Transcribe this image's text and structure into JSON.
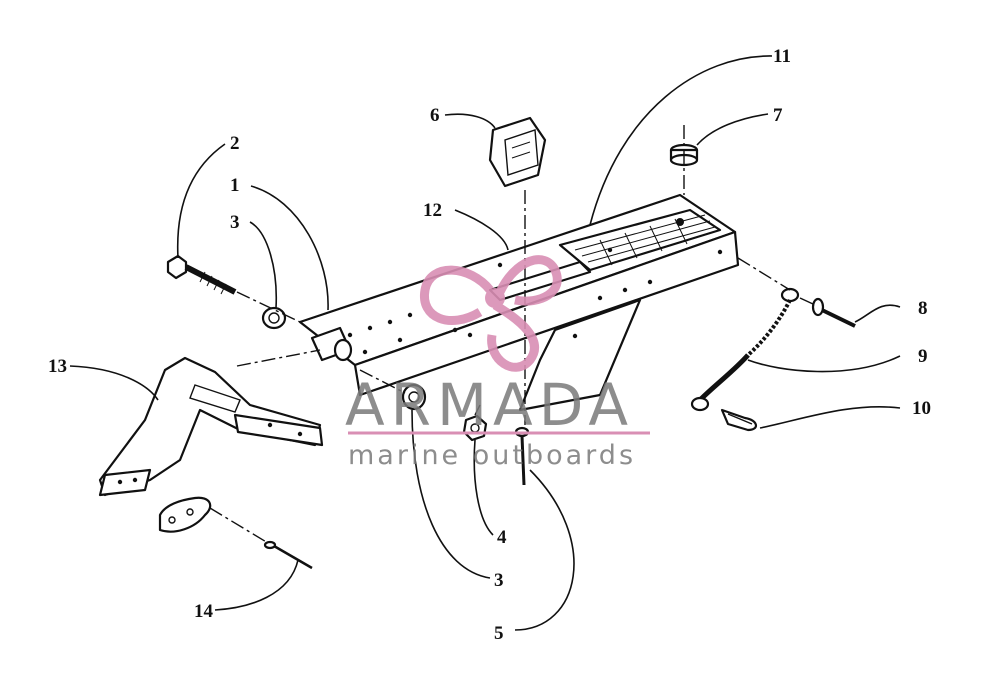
{
  "callouts": [
    "1",
    "2",
    "3",
    "3",
    "4",
    "5",
    "6",
    "7",
    "8",
    "9",
    "10",
    "11",
    "12",
    "13",
    "14"
  ],
  "watermark": {
    "brand": "ARMADA",
    "tagline": "marine outboards",
    "logo_color": "#d98fb4",
    "text_color": "#7a7a7a"
  }
}
